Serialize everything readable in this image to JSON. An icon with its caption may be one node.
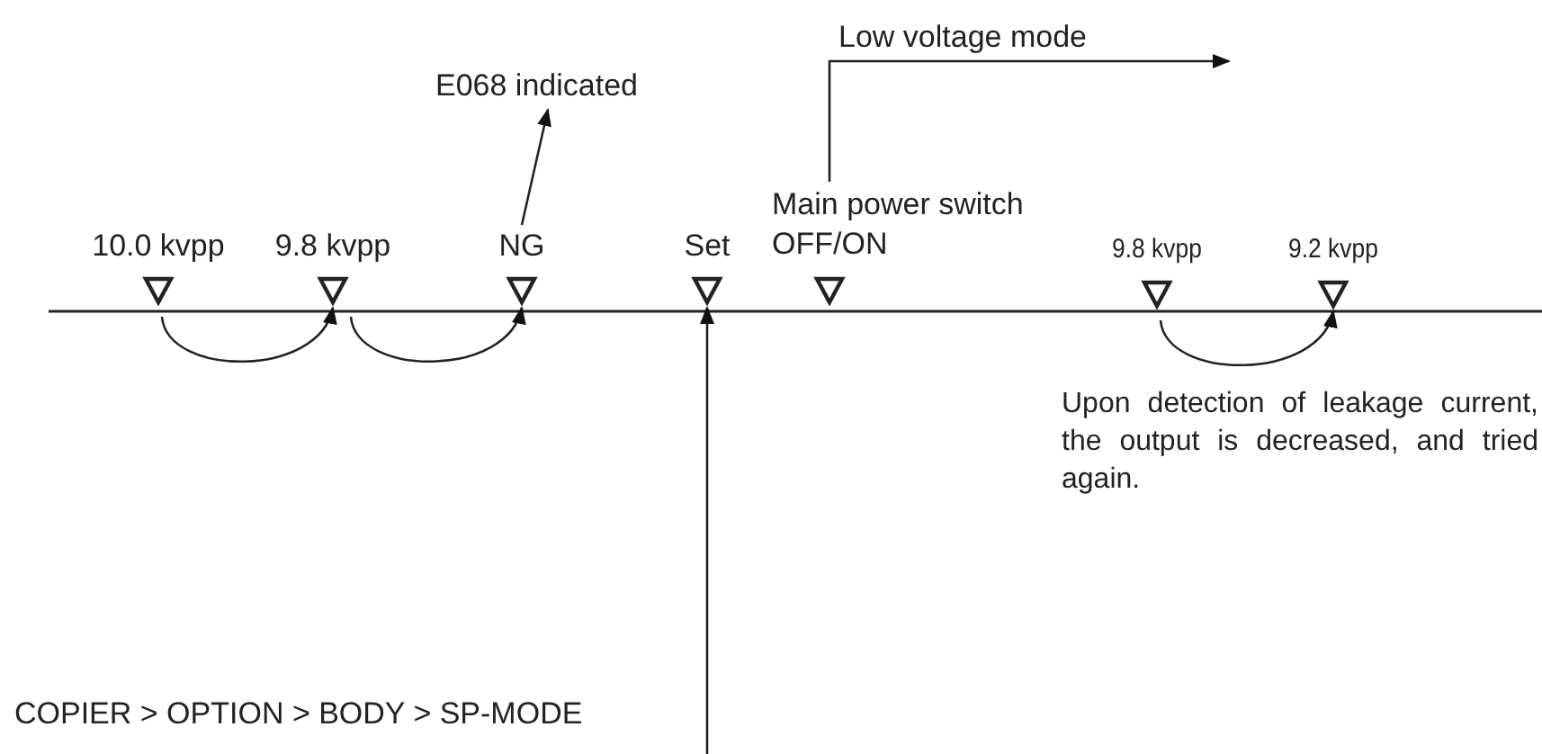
{
  "diagram": {
    "nodes": [
      {
        "text": [
          "E068 indicated"
        ]
      },
      {
        "text": [
          "10.0 kvpp"
        ]
      },
      {
        "text": [
          "9.8 kvpp"
        ]
      },
      {
        "text": [
          "NG"
        ]
      },
      {
        "text": [
          "Set"
        ]
      },
      {
        "text": [
          "Main power switch OFF/ON"
        ]
      },
      {
        "text": [
          "9.8 kvpp"
        ]
      },
      {
        "text": [
          "9.2 kvpp"
        ]
      },
      {
        "text": [
          "COPIER > OPTION > BODY > SP-MODE"
        ]
      }
    ],
    "edges": [
      {
        "from": 1,
        "to": 2,
        "arrow": "to"
      },
      {
        "from": 2,
        "to": 3,
        "arrow": "to"
      },
      {
        "from": 3,
        "to": 0,
        "arrow": "to"
      },
      {
        "from": 5,
        "to": null,
        "arrow": "to",
        "label": "Low voltage mode"
      },
      {
        "from": 6,
        "to": 7,
        "arrow": "to"
      },
      {
        "from": 8,
        "to": 4,
        "arrow": "to"
      }
    ],
    "labels": [
      "Upon detection of leakage current, the output is decreased, and tried again."
    ]
  }
}
